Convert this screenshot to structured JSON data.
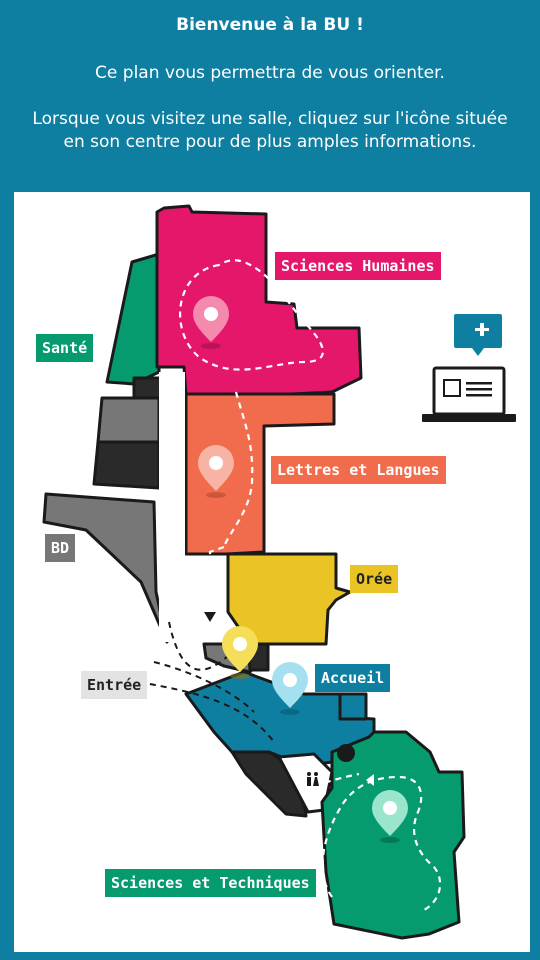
{
  "header": {
    "title": "Bienvenue à la BU !",
    "line1": "Ce plan vous permettra de vous orienter.",
    "line2": "Lorsque vous visitez une salle, cliquez sur l'icône située en son centre pour de plus amples informations."
  },
  "labels": {
    "sciences_humaines": "Sciences Humaines",
    "sante": "Santé",
    "lettres_langues": "Lettres et Langues",
    "bd": "BD",
    "oree": "Orée",
    "accueil": "Accueil",
    "entree": "Entrée",
    "sciences_techniques": "Sciences et Techniques"
  },
  "colors": {
    "background": "#0e7fa0",
    "sciences_humaines": "#e5176b",
    "sante": "#069a6f",
    "lettres_langues": "#f06c4c",
    "bd": "#777777",
    "oree": "#e9c424",
    "accueil": "#0e7fa0",
    "sciences_techniques": "#069a6f"
  },
  "icons": {
    "laptop": "laptop-add-icon",
    "room_marker": "location-pin-icon",
    "toilets": "toilets-icon"
  }
}
